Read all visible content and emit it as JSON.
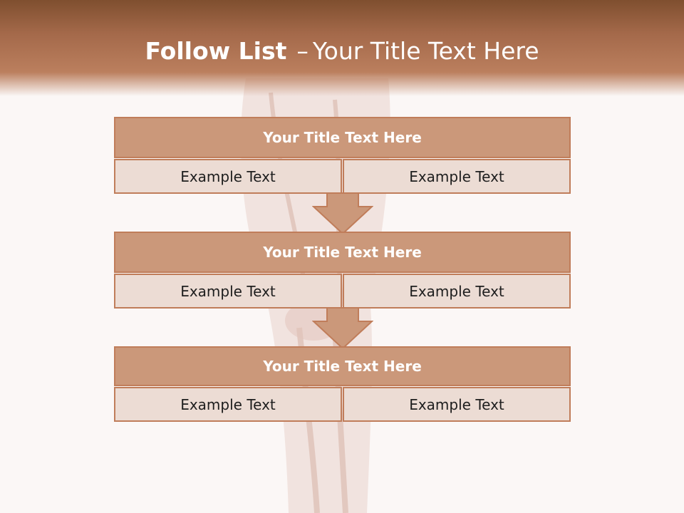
{
  "slide": {
    "title_bold": "Follow List",
    "title_dash": "–",
    "title_rest": "Your Title Text Here"
  },
  "blocks": [
    {
      "title": "Your Title Text Here",
      "left": "Example Text",
      "right": "Example Text"
    },
    {
      "title": "Your Title Text Here",
      "left": "Example Text",
      "right": "Example Text"
    },
    {
      "title": "Your Title Text Here",
      "left": "Example Text",
      "right": "Example Text"
    }
  ],
  "colors": {
    "header": "#a4694a",
    "block_title_fill": "#cb987a",
    "block_border": "#c07d5a",
    "cell_fill": "#ecdcd4",
    "background": "#fbf7f6"
  }
}
